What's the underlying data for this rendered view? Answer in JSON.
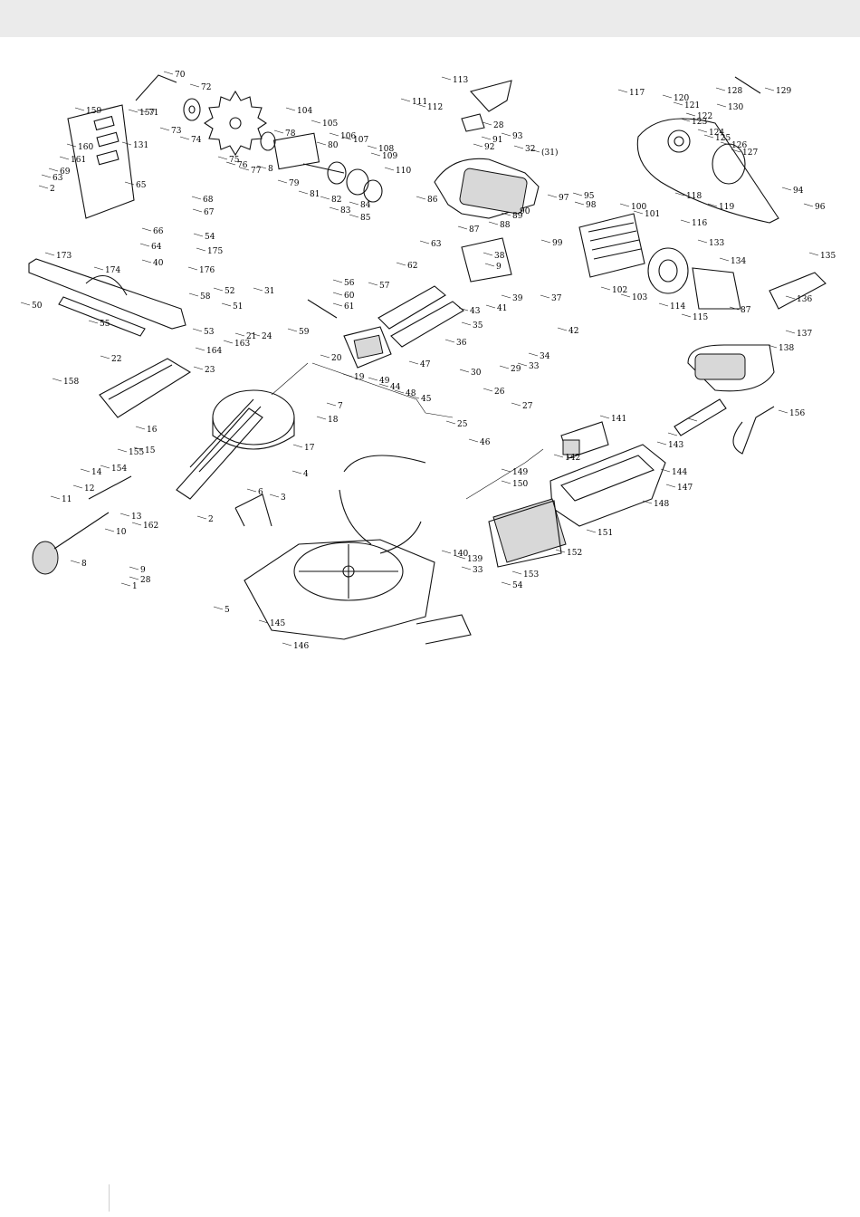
{
  "diagram": {
    "part_labels": [
      "70",
      "71",
      "72",
      "73",
      "74",
      "75",
      "76",
      "77",
      "8",
      "78",
      "79",
      "80",
      "81",
      "82",
      "83",
      "84",
      "85",
      "104",
      "105",
      "106",
      "107",
      "108",
      "109",
      "110",
      "111",
      "112",
      "113",
      "28",
      "93",
      "91",
      "92",
      "(31)",
      "32",
      "86",
      "87",
      "88",
      "89",
      "90",
      "117",
      "120",
      "121",
      "122",
      "123",
      "124",
      "125",
      "126",
      "127",
      "128",
      "129",
      "130",
      "118",
      "119",
      "94",
      "96",
      "97",
      "95",
      "98",
      "99",
      "100",
      "101",
      "102",
      "103",
      "114",
      "115",
      "116",
      "133",
      "134",
      "135",
      "136",
      "137",
      "138",
      "87",
      "156",
      "159",
      "157",
      "160",
      "131",
      "161",
      "63",
      "69",
      "2",
      "65",
      "68",
      "67",
      "66",
      "64",
      "40",
      "54",
      "175",
      "176",
      "173",
      "174",
      "50",
      "55",
      "53",
      "52",
      "51",
      "31",
      "59",
      "58",
      "57",
      "56",
      "60",
      "61",
      "62",
      "63",
      "9",
      "38",
      "39",
      "37",
      "41",
      "42",
      "43",
      "35",
      "36",
      "34",
      "33",
      "29",
      "30",
      "27",
      "26",
      "25",
      "45",
      "46",
      "44",
      "49",
      "48",
      "47",
      "20",
      "19",
      "22",
      "158",
      "164",
      "163",
      "21",
      "24",
      "23",
      "7",
      "18",
      "17",
      "16",
      "15",
      "155",
      "154",
      "14",
      "12",
      "11",
      "10",
      "13",
      "162",
      "8",
      "9",
      "28",
      "1",
      "2",
      "6",
      "3",
      "4",
      "5",
      "145",
      "146",
      "141",
      "142",
      "143",
      "144",
      "147",
      "148",
      "149",
      "150",
      "151",
      "152",
      "153",
      "54",
      "33",
      "139",
      "140"
    ]
  }
}
